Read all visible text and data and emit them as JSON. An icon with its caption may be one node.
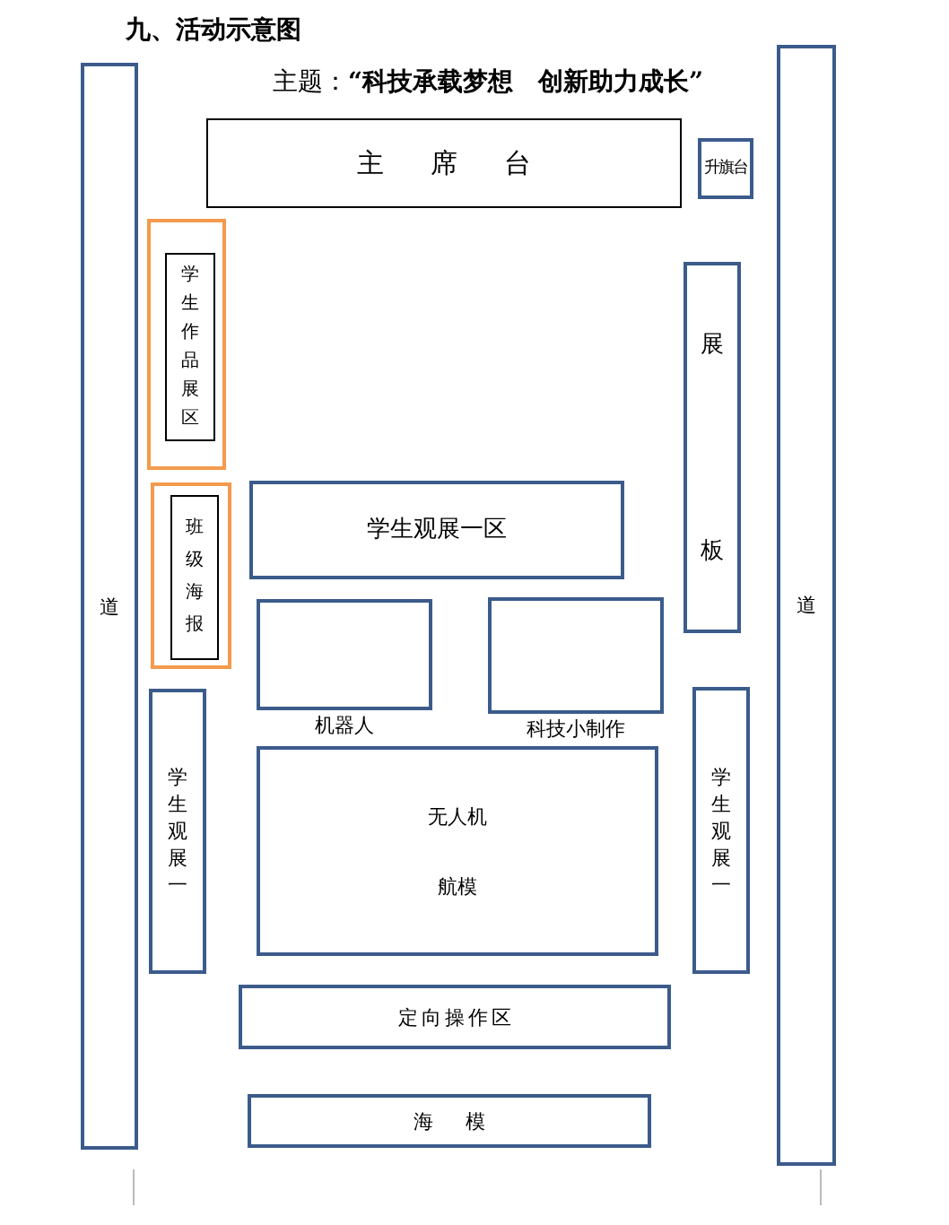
{
  "diagram": {
    "title": "九、活动示意图",
    "nodes": [
      {
        "text": [
          "道"
        ]
      },
      {
        "text": [
          "道"
        ]
      },
      {
        "text": [
          "主席台"
        ]
      },
      {
        "text": [
          "升旗台"
        ]
      },
      {
        "text": [
          "展板"
        ]
      },
      {
        "text": [],
        "shape": "box"
      },
      {
        "text": [
          "学生作品展区"
        ],
        "in": 5
      },
      {
        "text": [],
        "shape": "box"
      },
      {
        "text": [
          "班级海报"
        ],
        "in": 7
      },
      {
        "text": [
          "学生观展一区"
        ]
      },
      {
        "text": [
          "机器人"
        ]
      },
      {
        "text": [
          "科技小制作"
        ]
      },
      {
        "text": [
          "学生观展一"
        ]
      },
      {
        "text": [
          "学生观展一"
        ]
      },
      {
        "text": [
          "无人机",
          "航模"
        ]
      },
      {
        "text": [
          "定向操作区"
        ]
      },
      {
        "text": [
          "海模"
        ]
      }
    ],
    "labels": [
      "主题：**“科技承载梦想　创新助力成长”**"
    ]
  }
}
